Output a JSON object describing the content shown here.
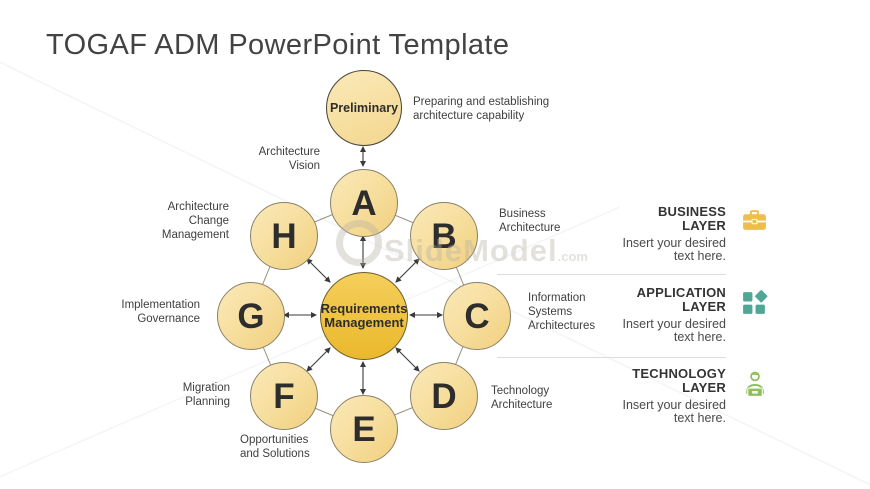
{
  "title": "TOGAF ADM PowerPoint Template",
  "watermark": {
    "brand": "SlideModel",
    "suffix": ".com"
  },
  "diagram": {
    "preliminary": {
      "label": "Preliminary",
      "description": "Preparing and establishing\narchitecture capability"
    },
    "center": {
      "label": "Requirements\nManagement"
    },
    "nodes": [
      {
        "letter": "A",
        "label": "Architecture\nVision"
      },
      {
        "letter": "B",
        "label": "Business\nArchitecture"
      },
      {
        "letter": "C",
        "label": "Information\nSystems\nArchitectures"
      },
      {
        "letter": "D",
        "label": "Technology\nArchitecture"
      },
      {
        "letter": "E",
        "label": "Opportunities\nand Solutions"
      },
      {
        "letter": "F",
        "label": "Migration\nPlanning"
      },
      {
        "letter": "G",
        "label": "Implementation\nGovernance"
      },
      {
        "letter": "H",
        "label": "Architecture\nChange\nManagement"
      }
    ]
  },
  "layers": [
    {
      "title": "BUSINESS\nLAYER",
      "body": "Insert your desired\ntext here.",
      "icon": "briefcase-icon",
      "accent": "#EDBE4B"
    },
    {
      "title": "APPLICATION\nLAYER",
      "body": "Insert your desired\ntext here.",
      "icon": "app-grid-icon",
      "accent": "#50A796"
    },
    {
      "title": "TECHNOLOGY\nLAYER",
      "body": "Insert your desired\ntext here.",
      "icon": "developer-icon",
      "accent": "#8FBF5C"
    }
  ],
  "colors": {
    "node_fill_light": "#FAE9B8",
    "node_fill_dark": "#F1CF7E",
    "node_border": "#8C8168",
    "center_fill": "#F0C544",
    "center_border": "#6B5D2E",
    "arrow": "#3A3A3A",
    "text_dark": "#3F3F3F",
    "divider": "#DCDCDC"
  }
}
